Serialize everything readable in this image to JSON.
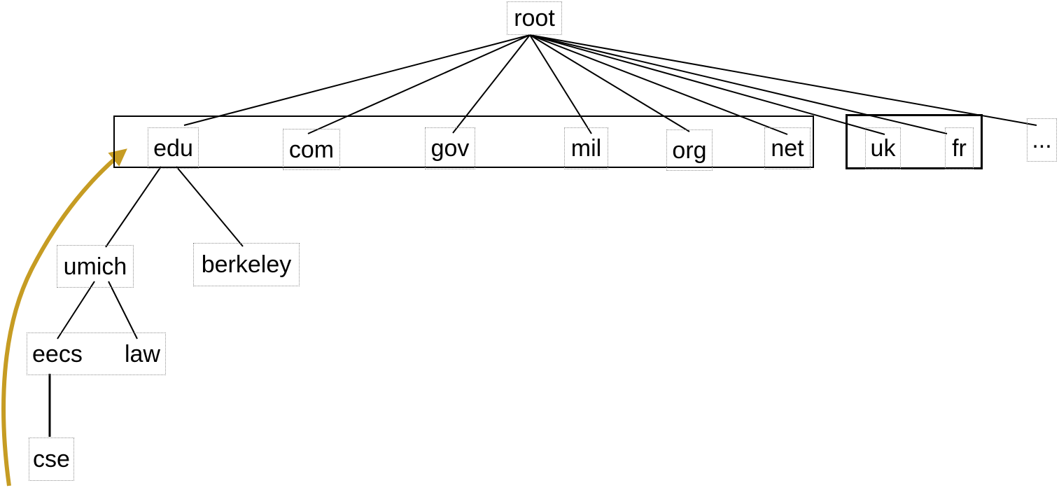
{
  "nodes": {
    "root": "root",
    "edu": "edu",
    "com": "com",
    "gov": "gov",
    "mil": "mil",
    "org": "org",
    "net": "net",
    "uk": "uk",
    "fr": "fr",
    "ellipsis": "...",
    "umich": "umich",
    "berkeley": "berkeley",
    "eecs": "eecs",
    "law": "law",
    "cse": "cse"
  },
  "groups": {
    "gtld_box_members": [
      "edu",
      "com",
      "gov",
      "mil",
      "org",
      "net"
    ],
    "cctld_box_members": [
      "uk",
      "fr"
    ]
  },
  "edges": [
    {
      "from": "root",
      "to": "edu"
    },
    {
      "from": "root",
      "to": "com"
    },
    {
      "from": "root",
      "to": "gov"
    },
    {
      "from": "root",
      "to": "mil"
    },
    {
      "from": "root",
      "to": "org"
    },
    {
      "from": "root",
      "to": "net"
    },
    {
      "from": "root",
      "to": "uk"
    },
    {
      "from": "root",
      "to": "fr"
    },
    {
      "from": "root",
      "to": "ellipsis"
    },
    {
      "from": "edu",
      "to": "umich"
    },
    {
      "from": "edu",
      "to": "berkeley"
    },
    {
      "from": "umich",
      "to": "eecs"
    },
    {
      "from": "umich",
      "to": "law"
    },
    {
      "from": "eecs",
      "to": "cse"
    }
  ],
  "annotations": {
    "arrow": {
      "shape": "curved-arrow",
      "points_to": "edu",
      "color": "#C69C23"
    }
  },
  "colors": {
    "background": "#FFFFFF",
    "edge": "#000000",
    "group_border": "#000000",
    "label_border": "#8F8F8F",
    "text": "#000000",
    "arrow": "#C69C23"
  }
}
